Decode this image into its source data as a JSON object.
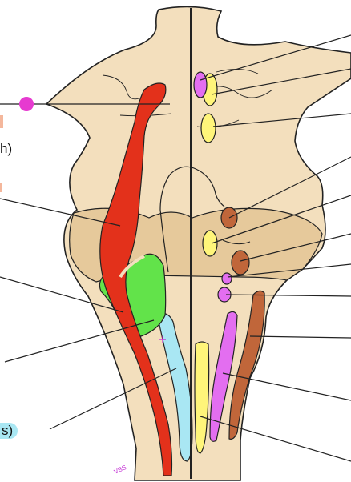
{
  "labels": {
    "left_upper": "h)",
    "left_lower": "s)"
  },
  "signature": "VBS",
  "colors": {
    "background": "#ffffff",
    "brainstem_fill": "#f3dfbd",
    "brainstem_shade": "#e6c99b",
    "outline": "#222222",
    "motor_tract_red": "#e3311b",
    "nucleus_green": "#62e34a",
    "tract_cyan": "#a9e7f3",
    "nucleus_yellow": "#fff57a",
    "nucleus_violet": "#e36ef0",
    "nucleus_brown": "#c0663a",
    "pointer_magenta": "#e63ad0",
    "label_peach": "#f4b79c"
  }
}
